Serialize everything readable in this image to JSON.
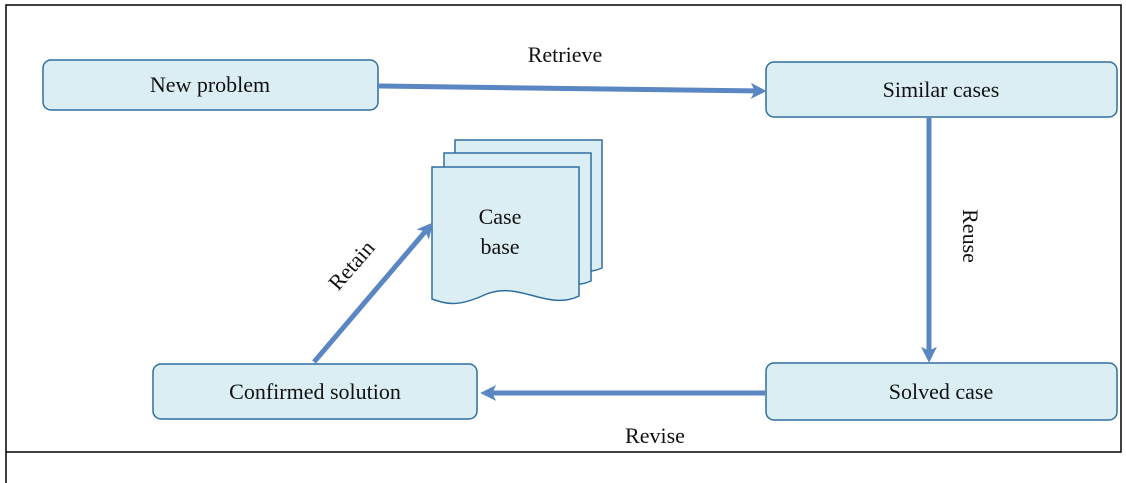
{
  "colors": {
    "box_fill": "#dbeef4",
    "box_stroke": "#2f6f9f",
    "arrow": "#5b86c4",
    "frame": "#000000"
  },
  "nodes": {
    "new_problem": "New problem",
    "similar_cases": "Similar cases",
    "solved_case": "Solved case",
    "confirmed_solution": "Confirmed solution",
    "case_base_line1": "Case",
    "case_base_line2": "base"
  },
  "edges": {
    "retrieve": "Retrieve",
    "reuse": "Reuse",
    "revise": "Revise",
    "retain": "Retain"
  }
}
